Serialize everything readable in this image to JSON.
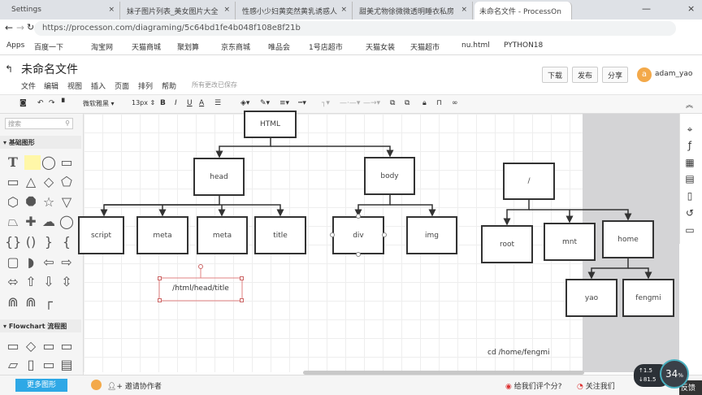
{
  "browser": {
    "tabs": [
      "Settings",
      "妹子图片列表_美女图片大全",
      "性感小少妇黄奕然黄乳诱惑人",
      "甜美尤物徐微微透明睡衣私房",
      "未命名文件 - ProcessOn"
    ],
    "url": "https://processon.com/diagraming/5c64bd1fe4b048f108e8f21b",
    "bookmarks": [
      "Apps",
      "百度一下",
      "淘宝网",
      "天猫商城",
      "聚划算",
      "京东商城",
      "唯品会",
      "1号店超市",
      "天猫女装",
      "天猫超市",
      "nu.html",
      "PYTHON18"
    ]
  },
  "app": {
    "title": "未命名文件",
    "menus": [
      "文件",
      "编辑",
      "视图",
      "插入",
      "页面",
      "排列",
      "帮助"
    ],
    "save_status": "所有更改已保存",
    "buttons": [
      "下载",
      "发布",
      "分享"
    ],
    "user": "adam_yao",
    "avatar_letter": "a"
  },
  "toolbar": {
    "font": "微软雅黑",
    "size": "13px",
    "bold": "B",
    "italic": "I",
    "underline": "U",
    "color": "A"
  },
  "sidebar": {
    "search_placeholder": "搜索",
    "section1": "基础图形",
    "section2": "Flowchart 流程图",
    "more": "更多图形"
  },
  "diagram": {
    "nodes": {
      "html": "HTML",
      "head": "head",
      "body": "body",
      "script": "script",
      "meta1": "meta",
      "meta2": "meta",
      "title": "title",
      "div": "div",
      "img": "img",
      "root_dir": "/",
      "root": "root",
      "mnt": "mnt",
      "home": "home",
      "yao": "yao",
      "fengmi": "fengmi"
    },
    "text1": "/html/head/title",
    "text2": "cd /home/fengmi"
  },
  "bottom": {
    "invite": "邀请协作者",
    "rate": "给我们评个分?",
    "follow": "关注我们",
    "feedback": "反馈"
  },
  "net": {
    "up": "1.5",
    "down": "81.5",
    "percent": "34"
  }
}
